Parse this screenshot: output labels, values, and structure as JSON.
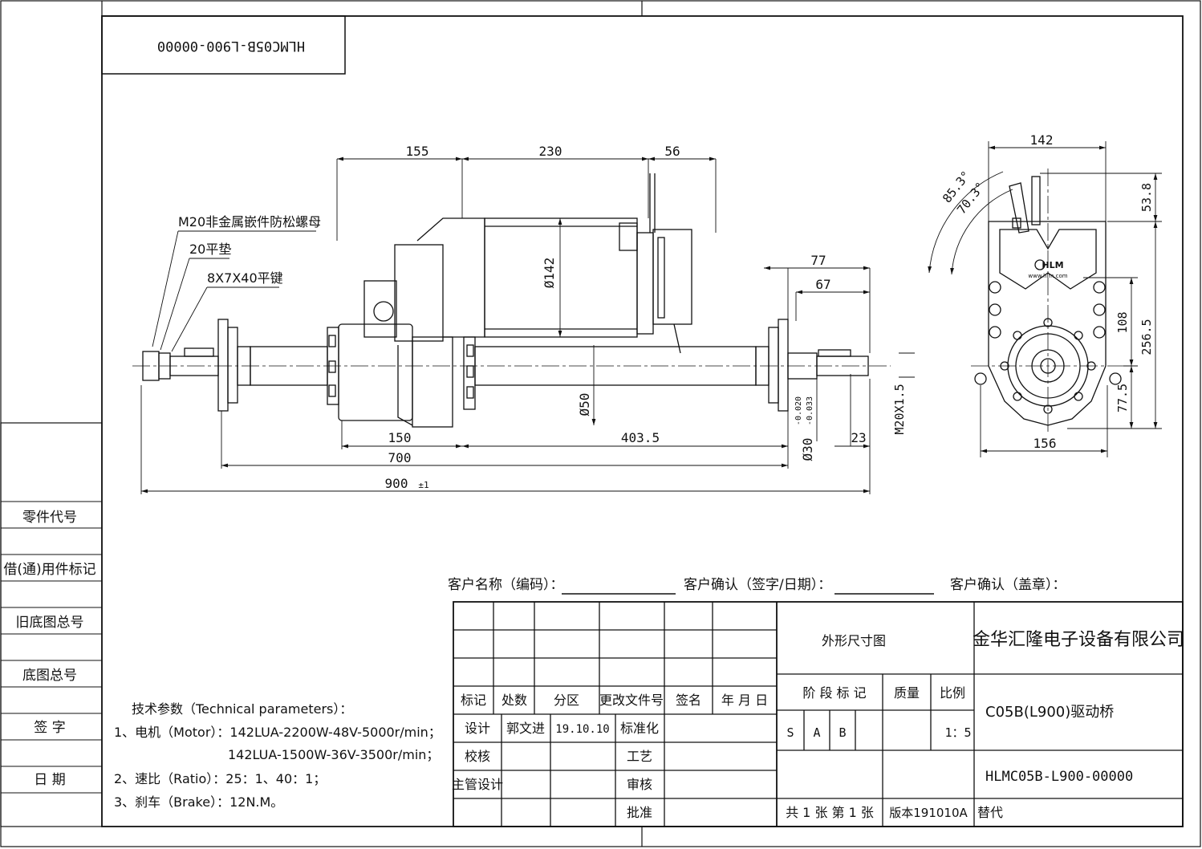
{
  "drawing_number_flipped": "HLMC05B-L900-00000",
  "side_labels": [
    "零件代号",
    "借(通)用件标记",
    "旧底图总号",
    "底图总号",
    "签  字",
    "日  期"
  ],
  "callouts": {
    "nut": "M20非金属嵌件防松螺母",
    "washer": "20平垫",
    "key": "8X7X40平键"
  },
  "dims_front": {
    "d155": "155",
    "d230": "230",
    "d56": "56",
    "motor_dia": "Ø142",
    "d77": "77",
    "d67": "67",
    "axle_dia": "Ø50",
    "d150": "150",
    "d403": "403.5",
    "d700": "700",
    "d900": "900",
    "tol900": "±1",
    "shaft_dia": "Ø30",
    "shaft_tol_up": "-0.020",
    "shaft_tol_low": "-0.033",
    "d23": "23",
    "thread": "M20X1.5"
  },
  "dims_side": {
    "d142": "142",
    "a85": "85.3°",
    "a70": "70.3°",
    "d53": "53.8",
    "d108": "108",
    "d256": "256.5",
    "d77": "77.5",
    "d156": "156",
    "brand": "HLM",
    "web": "www.hlm.com"
  },
  "customer": {
    "name_label": "客户名称（编码）：",
    "confirm_label": "客户确认（签字/日期）：",
    "stamp_label": "客户确认（盖章）："
  },
  "tech": {
    "title": "技术参数（Technical parameters）：",
    "line1": "1、电机（Motor）：142LUA-2200W-48V-5000r/min；",
    "line1b": "142LUA-1500W-36V-3500r/min；",
    "line2": "2、速比（Ratio）：25：1、40：1；",
    "line3": "3、刹车（Brake）：12N.M。"
  },
  "title_block": {
    "h_mark": "标记",
    "h_count": "处数",
    "h_zone": "分区",
    "h_doc": "更改文件号",
    "h_sign": "签名",
    "h_date": "年 月 日",
    "design": "设计",
    "designer": "郭文进",
    "design_date": "19.10.10",
    "standard": "标准化",
    "check": "校核",
    "process": "工艺",
    "chief": "主管设计",
    "review": "审核",
    "approve": "批准",
    "drawing_type": "外形尺寸图",
    "company": "金华汇隆电子设备有限公司",
    "stage": "阶 段 标 记",
    "mass": "质量",
    "scale_h": "比例",
    "s": "S",
    "a": "A",
    "b": "B",
    "scale": "1：5",
    "part_name": "C05B(L900)驱动桥",
    "drawing_no": "HLMC05B-L900-00000",
    "sheets": "共 1 张  第 1 张",
    "version": "版本191010A",
    "replace": "替代"
  }
}
